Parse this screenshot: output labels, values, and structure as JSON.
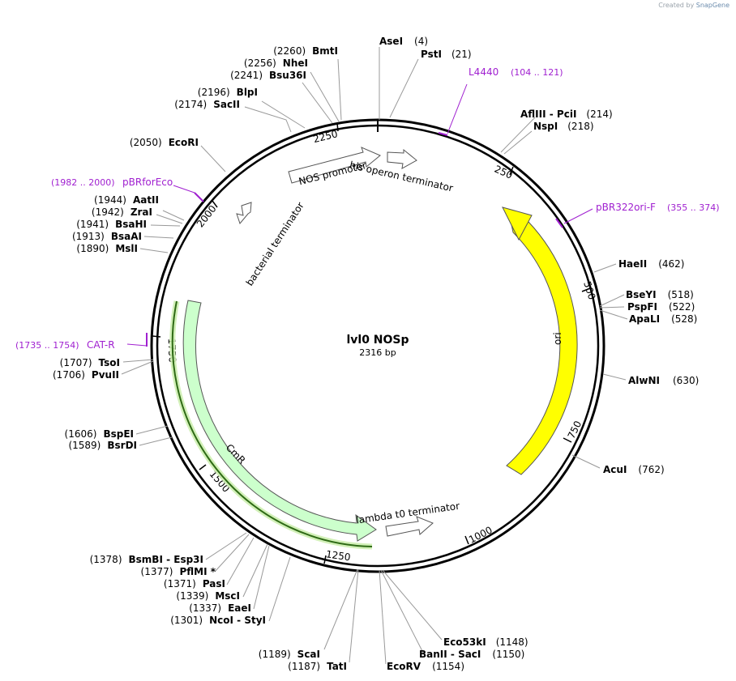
{
  "credit": {
    "prefix": "Created by",
    "brand": "SnapGene"
  },
  "plasmid": {
    "name": "lvl0 NOSp",
    "length_label": "2316 bp",
    "length": 2316
  },
  "colors": {
    "primer": "#a020d0",
    "ori": "#ffff00",
    "cmr": "#ccffcc",
    "cmr_outline": "#66cc33",
    "backbone": "#000000"
  },
  "ticks": [
    {
      "pos": 250,
      "label": "250"
    },
    {
      "pos": 500,
      "label": "500"
    },
    {
      "pos": 750,
      "label": "750"
    },
    {
      "pos": 1000,
      "label": "1000"
    },
    {
      "pos": 1250,
      "label": "1250"
    },
    {
      "pos": 1500,
      "label": "1500"
    },
    {
      "pos": 1750,
      "label": "1750"
    },
    {
      "pos": 2000,
      "label": "2000"
    },
    {
      "pos": 2250,
      "label": "2250"
    }
  ],
  "features": [
    {
      "name": "NOS promoter",
      "start": 2143,
      "end": 2299,
      "type": "promoter"
    },
    {
      "name": "his operon terminator",
      "start": 2,
      "end": 60,
      "type": "terminator"
    },
    {
      "name": "bacterial terminator",
      "start": 2054,
      "end": 2100,
      "type": "terminator"
    },
    {
      "name": "ori",
      "start": 306,
      "end": 894,
      "type": "ori"
    },
    {
      "name": "lambda t0 terminator",
      "start": 1050,
      "end": 1145,
      "type": "terminator"
    },
    {
      "name": "CmR",
      "start": 1155,
      "end": 1815,
      "type": "cds"
    }
  ],
  "primers": [
    {
      "name": "L4440",
      "range": "(104 .. 121)"
    },
    {
      "name": "pBR322ori-F",
      "range": "(355 .. 374)"
    },
    {
      "name": "CAT-R",
      "range": "(1735 .. 1754)"
    },
    {
      "name": "pBRforEco",
      "range": "(1982 .. 2000)"
    }
  ],
  "sites_right": [
    {
      "enzymes": [
        "AseI"
      ],
      "pos": "(4)"
    },
    {
      "enzymes": [
        "PstI"
      ],
      "pos": "(21)"
    },
    {
      "enzymes": [
        "AflIII",
        "PciI"
      ],
      "pos": "(214)"
    },
    {
      "enzymes": [
        "NspI"
      ],
      "pos": "(218)"
    },
    {
      "enzymes": [
        "HaeII"
      ],
      "pos": "(462)"
    },
    {
      "enzymes": [
        "BseYI"
      ],
      "pos": "(518)"
    },
    {
      "enzymes": [
        "PspFI"
      ],
      "pos": "(522)"
    },
    {
      "enzymes": [
        "ApaLI"
      ],
      "pos": "(528)"
    },
    {
      "enzymes": [
        "AlwNI"
      ],
      "pos": "(630)"
    },
    {
      "enzymes": [
        "AcuI"
      ],
      "pos": "(762)"
    },
    {
      "enzymes": [
        "Eco53kI"
      ],
      "pos": "(1148)"
    },
    {
      "enzymes": [
        "BanII",
        "SacI"
      ],
      "pos": "(1150)"
    },
    {
      "enzymes": [
        "EcoRV"
      ],
      "pos": "(1154)"
    }
  ],
  "sites_left": [
    {
      "enzymes": [
        "BmtI"
      ],
      "pos": "(2260)"
    },
    {
      "enzymes": [
        "NheI"
      ],
      "pos": "(2256)"
    },
    {
      "enzymes": [
        "Bsu36I"
      ],
      "pos": "(2241)"
    },
    {
      "enzymes": [
        "BlpI"
      ],
      "pos": "(2196)"
    },
    {
      "enzymes": [
        "SacII"
      ],
      "pos": "(2174)"
    },
    {
      "enzymes": [
        "EcoRI"
      ],
      "pos": "(2050)"
    },
    {
      "enzymes": [
        "AatII"
      ],
      "pos": "(1944)"
    },
    {
      "enzymes": [
        "ZraI"
      ],
      "pos": "(1942)"
    },
    {
      "enzymes": [
        "BsaHI"
      ],
      "pos": "(1941)"
    },
    {
      "enzymes": [
        "BsaAI"
      ],
      "pos": "(1913)"
    },
    {
      "enzymes": [
        "MslI"
      ],
      "pos": "(1890)"
    },
    {
      "enzymes": [
        "TsoI"
      ],
      "pos": "(1707)"
    },
    {
      "enzymes": [
        "PvuII"
      ],
      "pos": "(1706)"
    },
    {
      "enzymes": [
        "BspEI"
      ],
      "pos": "(1606)"
    },
    {
      "enzymes": [
        "BsrDI"
      ],
      "pos": "(1589)"
    },
    {
      "enzymes": [
        "BsmBI",
        "Esp3I"
      ],
      "pos": "(1378)"
    },
    {
      "enzymes": [
        "PflMI *"
      ],
      "pos": "(1377)"
    },
    {
      "enzymes": [
        "PasI"
      ],
      "pos": "(1371)"
    },
    {
      "enzymes": [
        "MscI"
      ],
      "pos": "(1339)"
    },
    {
      "enzymes": [
        "EaeI"
      ],
      "pos": "(1337)"
    },
    {
      "enzymes": [
        "NcoI",
        "StyI"
      ],
      "pos": "(1301)"
    },
    {
      "enzymes": [
        "ScaI"
      ],
      "pos": "(1189)"
    },
    {
      "enzymes": [
        "TatI"
      ],
      "pos": "(1187)"
    }
  ]
}
